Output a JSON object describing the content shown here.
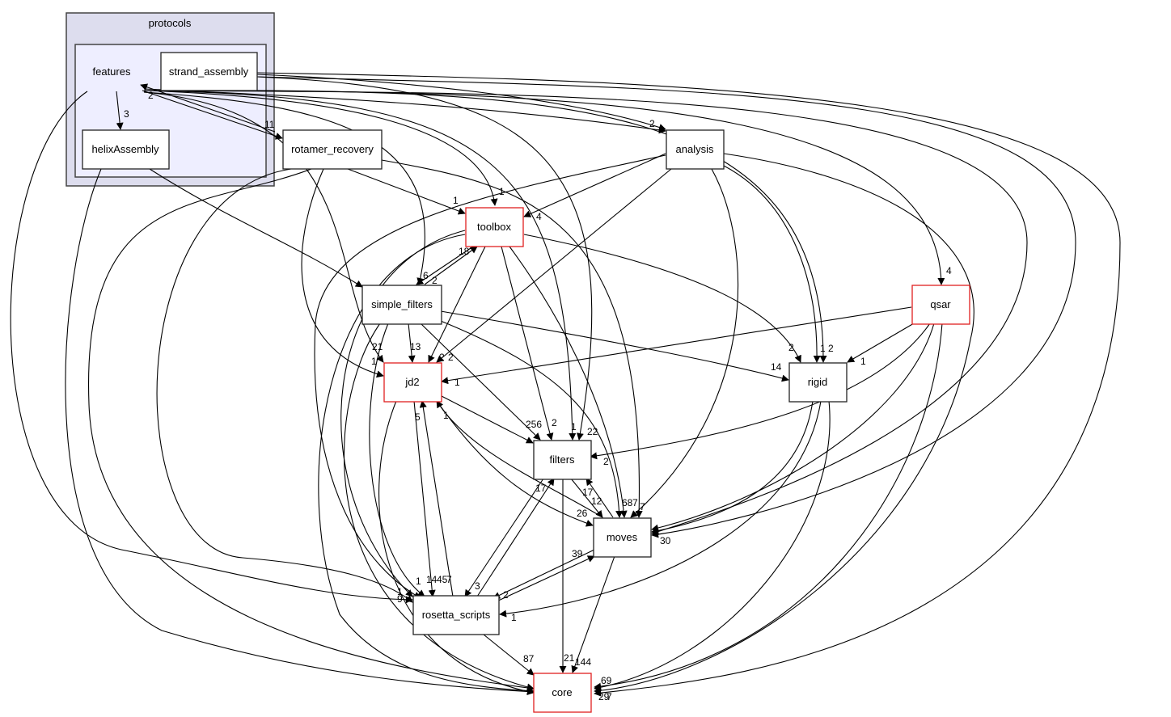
{
  "clusters": {
    "outer": {
      "label": "protocols"
    },
    "inner": {
      "label": "features"
    }
  },
  "nodes": [
    {
      "id": "strand_assembly",
      "label": "strand_assembly",
      "highlight": false
    },
    {
      "id": "helixAssembly",
      "label": "helixAssembly",
      "highlight": false
    },
    {
      "id": "rotamer_recovery",
      "label": "rotamer_recovery",
      "highlight": false
    },
    {
      "id": "analysis",
      "label": "analysis",
      "highlight": false
    },
    {
      "id": "toolbox",
      "label": "toolbox",
      "highlight": true
    },
    {
      "id": "simple_filters",
      "label": "simple_filters",
      "highlight": false
    },
    {
      "id": "qsar",
      "label": "qsar",
      "highlight": true
    },
    {
      "id": "jd2",
      "label": "jd2",
      "highlight": true
    },
    {
      "id": "rigid",
      "label": "rigid",
      "highlight": false
    },
    {
      "id": "filters",
      "label": "filters",
      "highlight": false
    },
    {
      "id": "moves",
      "label": "moves",
      "highlight": false
    },
    {
      "id": "rosetta_scripts",
      "label": "rosetta_scripts",
      "highlight": false
    },
    {
      "id": "core",
      "label": "core",
      "highlight": true
    }
  ],
  "edge_labels": [
    "3",
    "2",
    "11",
    "2",
    "4",
    "1",
    "1",
    "4",
    "18",
    "6",
    "2",
    "21",
    "13",
    "2",
    "2",
    "1",
    "1",
    "2",
    "14",
    "1",
    "2",
    "4",
    "1",
    "256",
    "2",
    "1",
    "22",
    "2",
    "5",
    "1",
    "17",
    "17",
    "12",
    "26",
    "68",
    "7",
    "7",
    "30",
    "39",
    "1",
    "14",
    "45",
    "7",
    "3",
    "2",
    "1",
    "1",
    "9",
    "87",
    "21",
    "144",
    "69",
    "29",
    "7"
  ],
  "colors": {
    "highlight_border": "#e02020",
    "cluster_outer_fill": "#ddddee",
    "cluster_inner_fill": "#eeeeff"
  }
}
